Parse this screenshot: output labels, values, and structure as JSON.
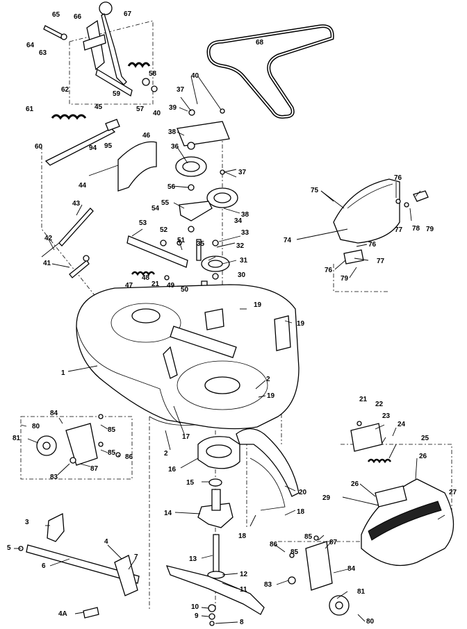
{
  "diagram": {
    "labels": {
      "l1": "1",
      "l2a": "2",
      "l2b": "2",
      "l3": "3",
      "l4": "4",
      "l4a": "4A",
      "l5": "5",
      "l6": "6",
      "l7": "7",
      "l8": "8",
      "l9": "9",
      "l10": "10",
      "l11": "11",
      "l12": "12",
      "l13": "13",
      "l14": "14",
      "l15": "15",
      "l16": "16",
      "l17": "17",
      "l18a": "18",
      "l18b": "18",
      "l19a": "19",
      "l19b": "19",
      "l19c": "19",
      "l20": "20",
      "l21a": "21",
      "l21b": "21",
      "l22": "22",
      "l23": "23",
      "l24": "24",
      "l25": "25",
      "l26a": "26",
      "l26b": "26",
      "l27": "27",
      "l29": "29",
      "l30": "30",
      "l31": "31",
      "l32": "32",
      "l33": "33",
      "l34": "34",
      "l35": "35",
      "l36": "36",
      "l37a": "37",
      "l37b": "37",
      "l38a": "38",
      "l38b": "38",
      "l39": "39",
      "l40a": "40",
      "l40b": "40",
      "l41": "41",
      "l42": "42",
      "l43": "43",
      "l44": "44",
      "l45": "45",
      "l46": "46",
      "l47": "47",
      "l48": "48",
      "l49": "49",
      "l50": "50",
      "l51": "51",
      "l52": "52",
      "l53": "53",
      "l54": "54",
      "l55": "55",
      "l56": "56",
      "l57": "57",
      "l58": "58",
      "l59": "59",
      "l60": "60",
      "l61": "61",
      "l62": "62",
      "l63": "63",
      "l64": "64",
      "l65": "65",
      "l66": "66",
      "l67": "67",
      "l68": "68",
      "l74": "74",
      "l75": "75",
      "l76a": "76",
      "l76b": "76",
      "l76c": "76",
      "l77a": "77",
      "l77b": "77",
      "l78": "78",
      "l79a": "79",
      "l79b": "79",
      "l80a": "80",
      "l80b": "80",
      "l81a": "81",
      "l81b": "81",
      "l83a": "83",
      "l83b": "83",
      "l84a": "84",
      "l84b": "84",
      "l85a": "85",
      "l85b": "85",
      "l85c": "85",
      "l85d": "85",
      "l86a": "86",
      "l86b": "86",
      "l87a": "87",
      "l87b": "87",
      "l94": "94",
      "l95": "95"
    }
  }
}
